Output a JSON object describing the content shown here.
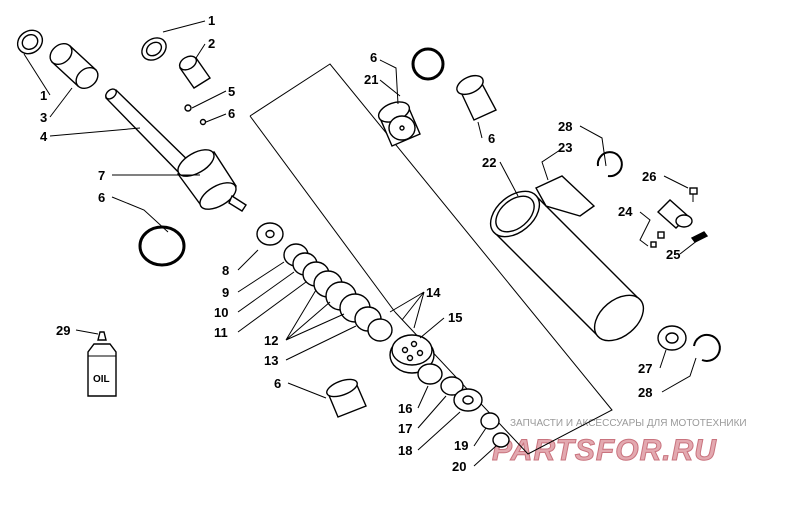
{
  "labels": {
    "p1a": "1",
    "p1b": "1",
    "p2": "2",
    "p3": "3",
    "p4": "4",
    "p5": "5",
    "p6a": "6",
    "p6b": "6",
    "p6c": "6",
    "p6d": "6",
    "p6e": "6",
    "p7": "7",
    "p8": "8",
    "p9": "9",
    "p10": "10",
    "p11": "11",
    "p12": "12",
    "p13": "13",
    "p14": "14",
    "p15": "15",
    "p16": "16",
    "p17": "17",
    "p18": "18",
    "p19": "19",
    "p20": "20",
    "p21": "21",
    "p22": "22",
    "p23": "23",
    "p24": "24",
    "p25": "25",
    "p26": "26",
    "p27": "27",
    "p28a": "28",
    "p28b": "28",
    "p29": "29"
  },
  "oil_label": "OIL",
  "watermark": {
    "tagline": "ЗАПЧАСТИ И АКСЕССУАРЫ ДЛЯ МОТОТЕХНИКИ",
    "logo": "PARTSFOR.RU"
  }
}
